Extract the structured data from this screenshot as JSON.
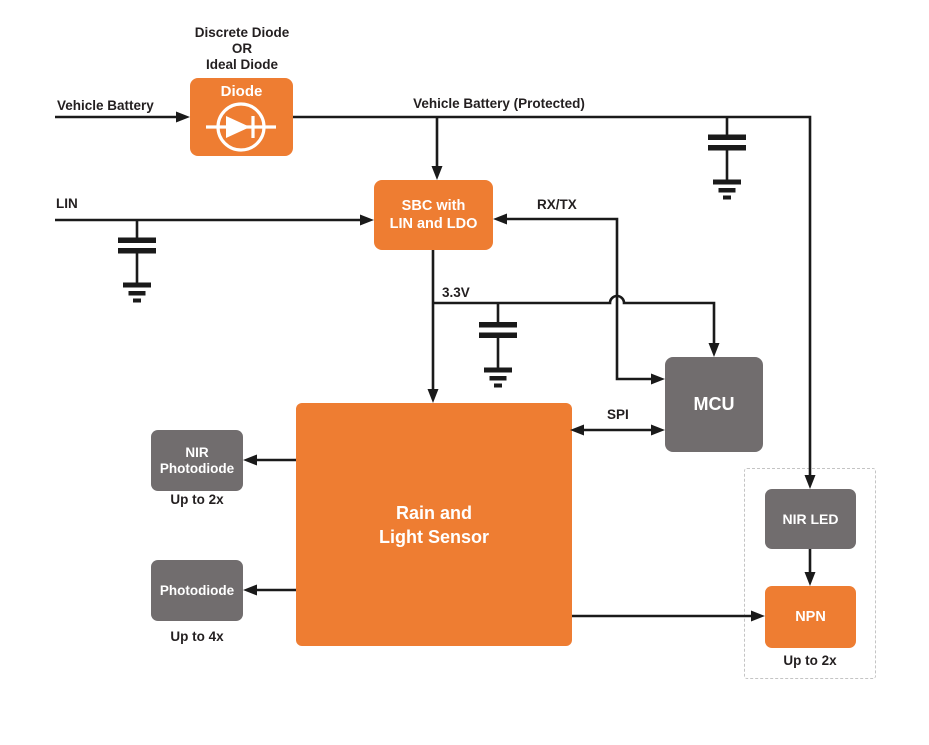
{
  "colors": {
    "orange": "#EE7D32",
    "gray": "#716D6E",
    "wire": "#1A1A1A",
    "text": "#231F20",
    "block_text": "#FFFFFF",
    "dotted_border": "#C4C4C4",
    "background": "#FFFFFF"
  },
  "annotations": {
    "diode_note": {
      "lines": [
        "Discrete Diode",
        "OR",
        "Ideal Diode"
      ]
    },
    "vehicle_battery": "Vehicle Battery",
    "vehicle_battery_protected": "Vehicle Battery (Protected)",
    "lin": "LIN",
    "rx_tx": "RX/TX",
    "rail_3v3": "3.3V",
    "spi": "SPI",
    "nir_photodiode_count": "Up to 2x",
    "photodiode_count": "Up to 4x",
    "npn_count": "Up to 2x"
  },
  "blocks": {
    "diode": {
      "label": "Diode"
    },
    "sbc": {
      "lines": [
        "SBC with",
        "LIN and LDO"
      ]
    },
    "mcu": {
      "label": "MCU"
    },
    "rain_light_sensor": {
      "lines": [
        "Rain and",
        "Light Sensor"
      ]
    },
    "nir_photodiode": {
      "lines": [
        "NIR",
        "Photodiode"
      ]
    },
    "photodiode": {
      "label": "Photodiode"
    },
    "nir_led": {
      "label": "NIR LED"
    },
    "npn": {
      "label": "NPN"
    }
  }
}
